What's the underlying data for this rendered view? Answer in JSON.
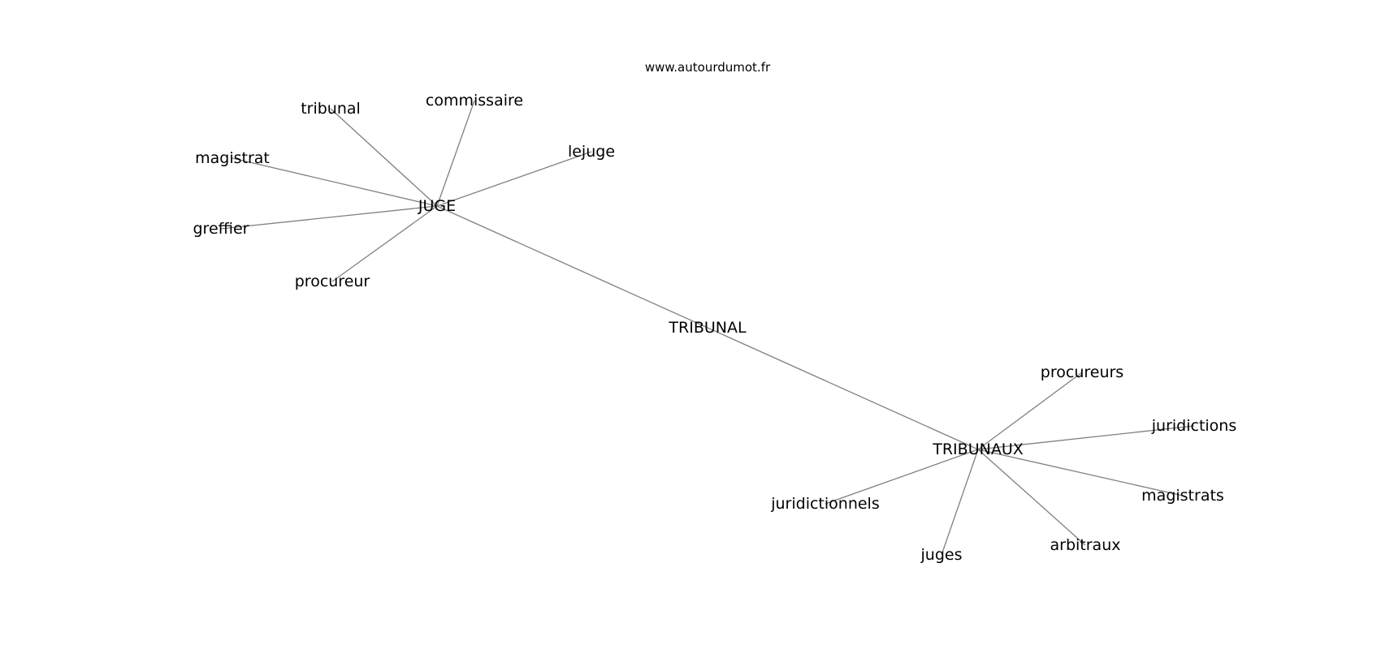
{
  "header": {
    "site": "www.autourdumot.fr"
  },
  "graph": {
    "nodes": [
      {
        "id": "tribunal_center",
        "label": "TRIBUNAL"
      },
      {
        "id": "juge",
        "label": "JUGE"
      },
      {
        "id": "tribunaux",
        "label": "TRIBUNAUX"
      },
      {
        "id": "tribunal",
        "label": "tribunal"
      },
      {
        "id": "commissaire",
        "label": "commissaire"
      },
      {
        "id": "lejuge",
        "label": "lejuge"
      },
      {
        "id": "magistrat",
        "label": "magistrat"
      },
      {
        "id": "greffier",
        "label": "greffier"
      },
      {
        "id": "procureur",
        "label": "procureur"
      },
      {
        "id": "procureurs",
        "label": "procureurs"
      },
      {
        "id": "juridictions",
        "label": "juridictions"
      },
      {
        "id": "magistrats",
        "label": "magistrats"
      },
      {
        "id": "arbitraux",
        "label": "arbitraux"
      },
      {
        "id": "juges",
        "label": "juges"
      },
      {
        "id": "juridictionnels",
        "label": "juridictionnels"
      }
    ],
    "edges": [
      [
        "juge",
        "tribunaux"
      ],
      [
        "juge",
        "tribunal"
      ],
      [
        "juge",
        "commissaire"
      ],
      [
        "juge",
        "lejuge"
      ],
      [
        "juge",
        "magistrat"
      ],
      [
        "juge",
        "greffier"
      ],
      [
        "juge",
        "procureur"
      ],
      [
        "tribunaux",
        "procureurs"
      ],
      [
        "tribunaux",
        "juridictions"
      ],
      [
        "tribunaux",
        "magistrats"
      ],
      [
        "tribunaux",
        "arbitraux"
      ],
      [
        "tribunaux",
        "juges"
      ],
      [
        "tribunaux",
        "juridictionnels"
      ]
    ]
  }
}
